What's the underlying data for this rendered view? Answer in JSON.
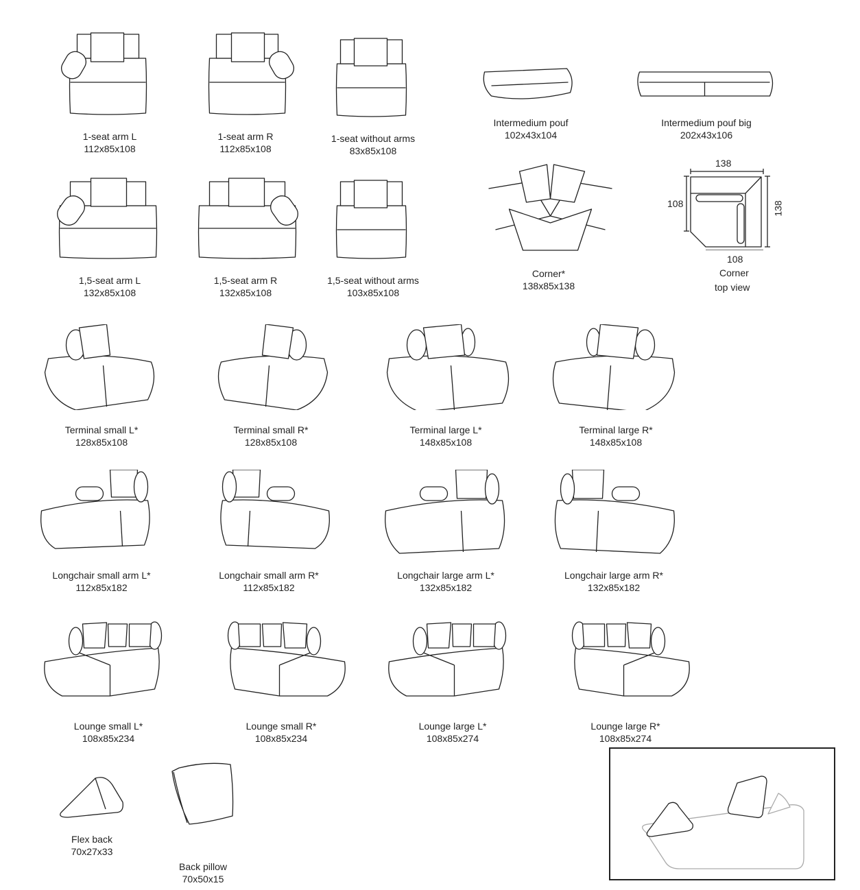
{
  "modules": [
    {
      "name": "1-seat arm L",
      "size": "112x85x108"
    },
    {
      "name": "1-seat arm R",
      "size": "112x85x108"
    },
    {
      "name": "1-seat without arms",
      "size": "83x85x108"
    },
    {
      "name": "Intermedium pouf",
      "size": "102x43x104"
    },
    {
      "name": "Intermedium pouf big",
      "size": "202x43x106"
    },
    {
      "name": "1,5-seat arm L",
      "size": "132x85x108"
    },
    {
      "name": "1,5-seat arm R",
      "size": "132x85x108"
    },
    {
      "name": "1,5-seat without arms",
      "size": "103x85x108"
    },
    {
      "name": "Corner*",
      "size": "138x85x138"
    },
    {
      "name": "Terminal small L*",
      "size": "128x85x108"
    },
    {
      "name": "Terminal small R*",
      "size": "128x85x108"
    },
    {
      "name": "Terminal large L*",
      "size": "148x85x108"
    },
    {
      "name": "Terminal large R*",
      "size": "148x85x108"
    },
    {
      "name": "Longchair small arm L*",
      "size": "112x85x182"
    },
    {
      "name": "Longchair small arm R*",
      "size": "112x85x182"
    },
    {
      "name": "Longchair large arm L*",
      "size": "132x85x182"
    },
    {
      "name": "Longchair large arm R*",
      "size": "132x85x182"
    },
    {
      "name": "Lounge small L*",
      "size": "108x85x234"
    },
    {
      "name": "Lounge small R*",
      "size": "108x85x234"
    },
    {
      "name": "Lounge large L*",
      "size": "108x85x274"
    },
    {
      "name": "Lounge large R*",
      "size": "108x85x274"
    },
    {
      "name": "Flex back",
      "size": "70x27x33"
    },
    {
      "name": "Back pillow",
      "size": "70x50x15"
    }
  ],
  "corner_top_view": {
    "top_dim": "138",
    "left_dim": "108",
    "right_dim": "138",
    "bottom_dim": "108",
    "label1": "Corner",
    "label2": "top view"
  }
}
